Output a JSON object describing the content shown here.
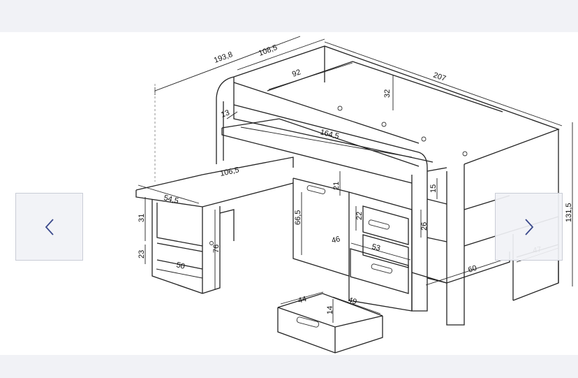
{
  "gallery": {
    "prev_icon": "chevron-left-icon",
    "next_icon": "chevron-right-icon",
    "accent_color": "#3b4a8c"
  },
  "dimensions": {
    "d193_8": "193,8",
    "d108_5": "108,5",
    "d207": "207",
    "d92": "92",
    "d32": "32",
    "d13": "13",
    "d164_5": "164,5",
    "d106_5": "106,5",
    "d54_5": "54,5",
    "d31": "31",
    "d23": "23",
    "d50": "50",
    "d76": "76",
    "d21": "21",
    "d66_5": "66,5",
    "d46": "46",
    "d22": "22",
    "d53": "53",
    "d15": "15",
    "d26": "26",
    "d60": "60",
    "d47": "47",
    "d131_5": "131,5",
    "d44": "44",
    "d49": "49",
    "d14": "14"
  }
}
